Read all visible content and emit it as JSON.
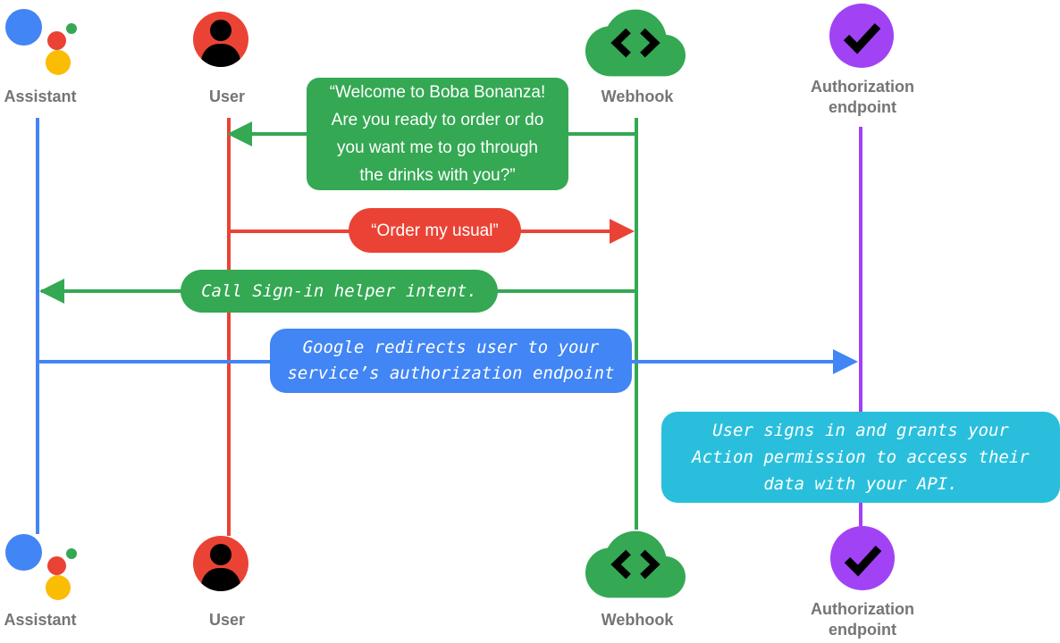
{
  "diagram_type": "sequence-diagram",
  "colors": {
    "blue": "#4285F4",
    "red": "#EA4335",
    "green": "#34A853",
    "yellow": "#FBBC04",
    "purple": "#A142F4",
    "cyan": "#29BFDC",
    "label_gray": "#757575",
    "bubble_text": "#FFFFFF",
    "icon_glyph": "#000000"
  },
  "actors": [
    {
      "id": "assistant",
      "label": "Assistant",
      "icon": "google-assistant-icon",
      "lifeline_color": "#4285F4"
    },
    {
      "id": "user",
      "label": "User",
      "icon": "user-icon",
      "lifeline_color": "#EA4335"
    },
    {
      "id": "webhook",
      "label": "Webhook",
      "icon": "webhook-cloud-icon",
      "lifeline_color": "#34A853"
    },
    {
      "id": "authorization-endpoint",
      "label": "Authorization endpoint",
      "icon": "check-circle-icon",
      "lifeline_color": "#A142F4"
    }
  ],
  "messages": [
    {
      "from": "Webhook",
      "to": "User",
      "style": "speech",
      "color": "#34A853",
      "text": "“Welcome to Boba Bonanza!\nAre you ready to order or do\nyou want me to go through\nthe drinks with you?”"
    },
    {
      "from": "User",
      "to": "Webhook",
      "style": "speech",
      "color": "#EA4335",
      "text": "“Order my usual”"
    },
    {
      "from": "Webhook",
      "to": "Assistant",
      "style": "code",
      "color": "#34A853",
      "text": "Call Sign-in helper intent."
    },
    {
      "from": "Assistant",
      "to": "Authorization endpoint",
      "style": "code",
      "color": "#4285F4",
      "text": "Google redirects user to your\nservice’s authorization endpoint"
    }
  ],
  "note": {
    "at": "Authorization endpoint",
    "style": "code",
    "color": "#29BFDC",
    "text": "User signs in and grants your\nAction permission to access their\ndata with your API."
  }
}
